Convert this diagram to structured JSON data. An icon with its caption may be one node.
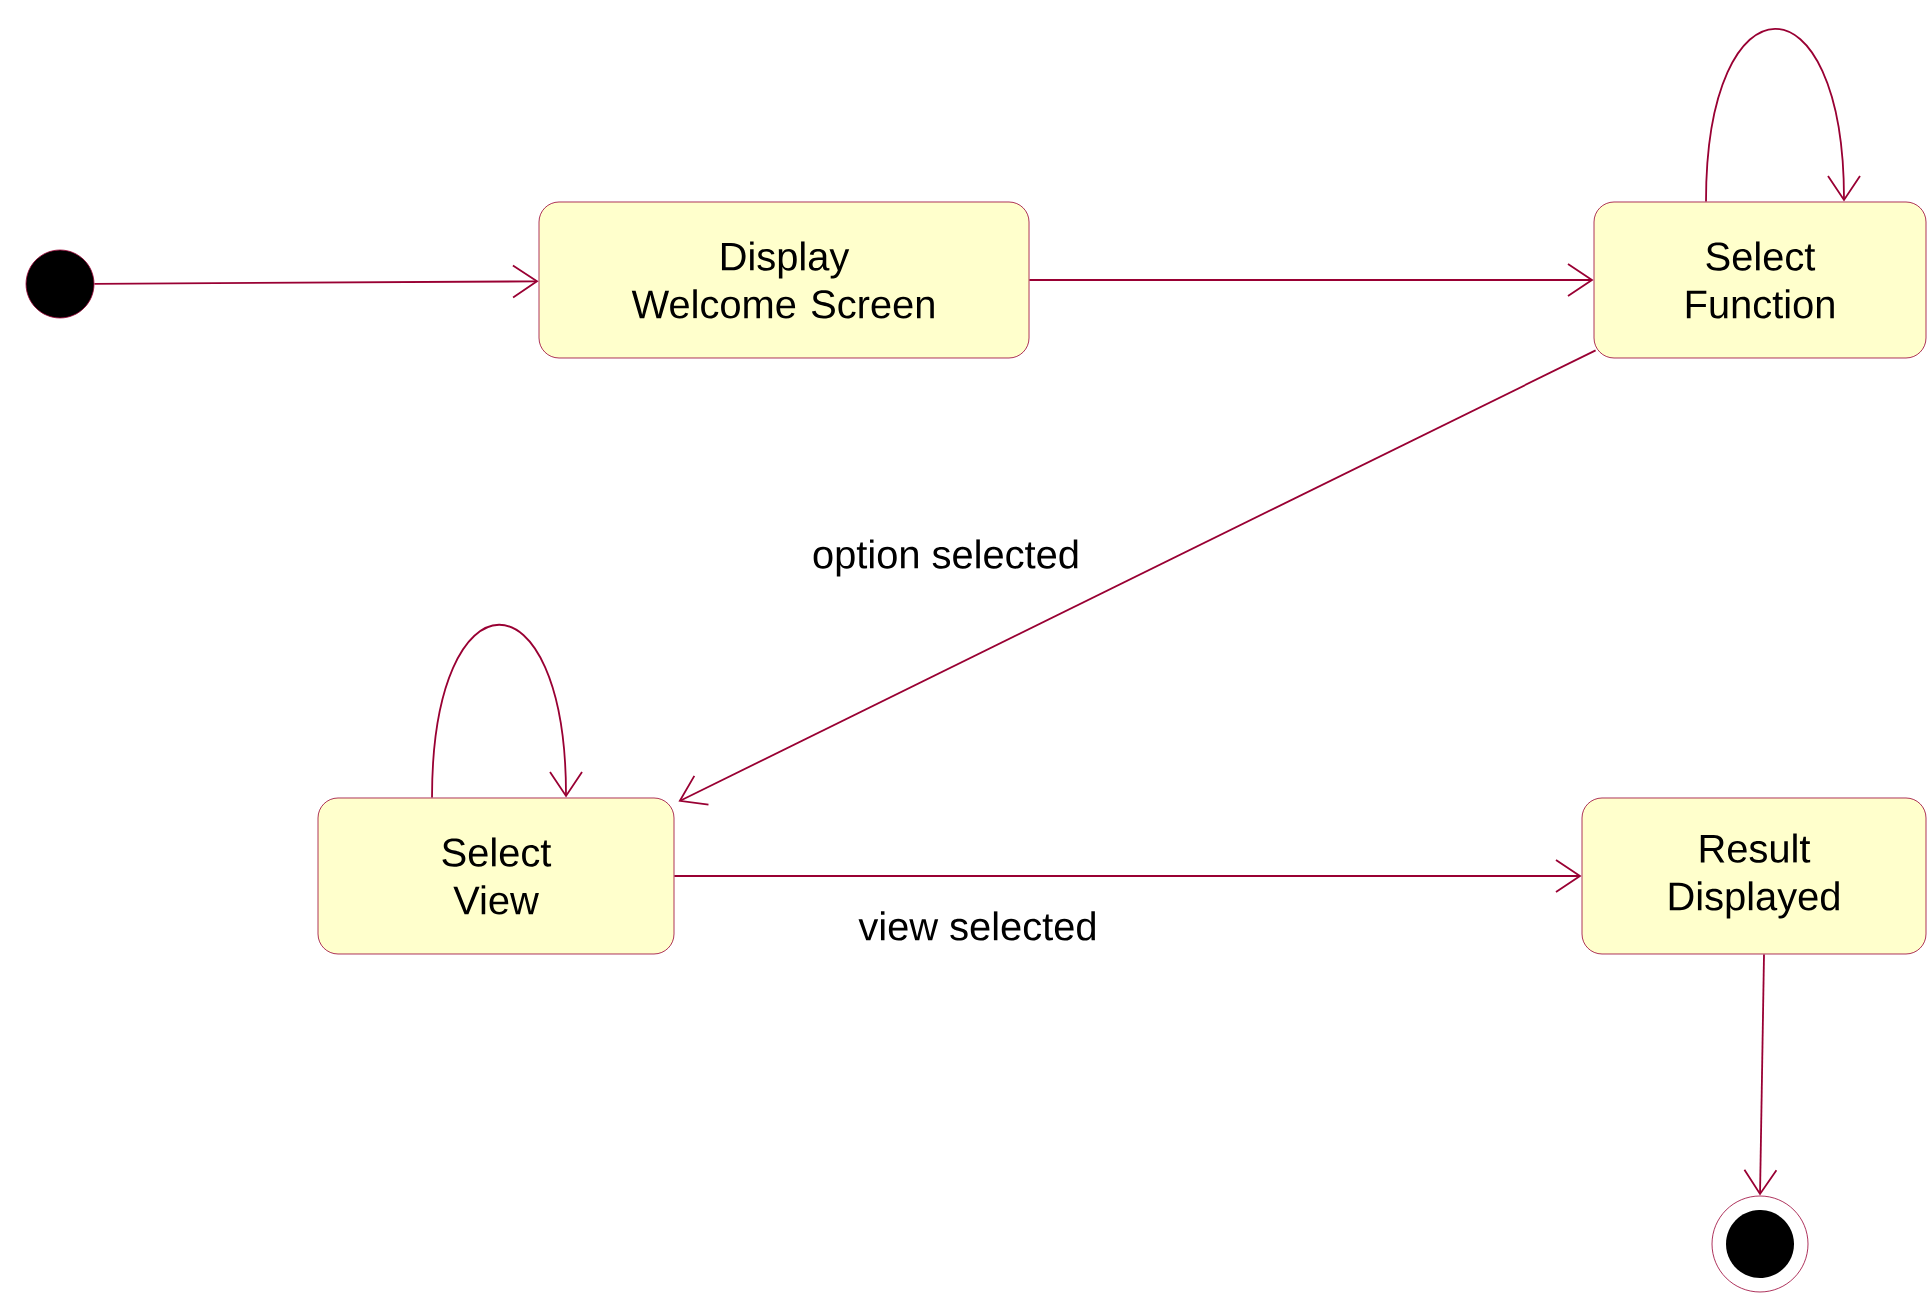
{
  "diagram": {
    "nodes": [
      {
        "text": [],
        "shape": "circle"
      },
      {
        "text": [
          "Display Welcome Screen"
        ]
      },
      {
        "text": [
          "Select Function"
        ]
      },
      {
        "text": [
          "Select View"
        ]
      },
      {
        "text": [
          "Result Displayed"
        ]
      },
      {
        "text": [],
        "shape": "circle"
      }
    ],
    "edges": [
      {
        "from": 0,
        "to": 1,
        "arrow": "to"
      },
      {
        "from": 1,
        "to": 2,
        "arrow": "to"
      },
      {
        "from": 2,
        "to": 2,
        "arrow": "to"
      },
      {
        "from": 2,
        "to": 3,
        "arrow": "to",
        "label": "option selected"
      },
      {
        "from": 3,
        "to": 3,
        "arrow": "to"
      },
      {
        "from": 3,
        "to": 4,
        "arrow": "to",
        "label": "view selected"
      },
      {
        "from": 4,
        "to": 5,
        "arrow": "to"
      }
    ]
  }
}
